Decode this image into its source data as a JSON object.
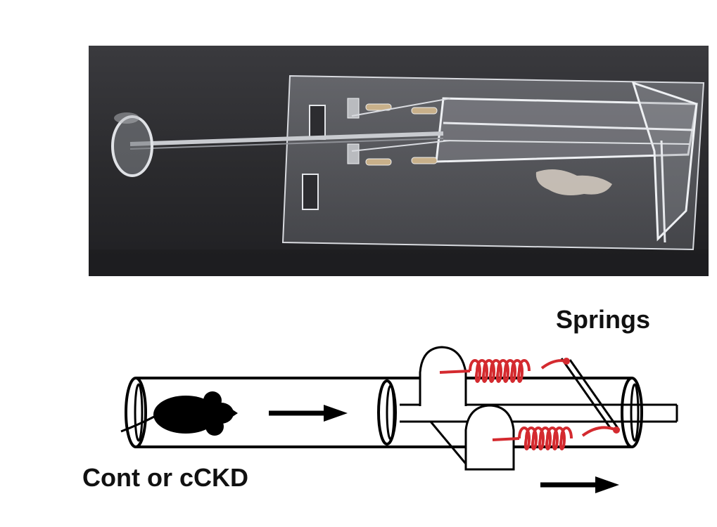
{
  "photo": {
    "alt": "Photograph of a clear acrylic restraint device with plunger rod and springs",
    "background_color": "#2b2b2e"
  },
  "diagram": {
    "springs_label": "Springs",
    "group_label": "Cont or cCKD",
    "spring_color": "#d42a2f",
    "line_color": "#000000"
  }
}
